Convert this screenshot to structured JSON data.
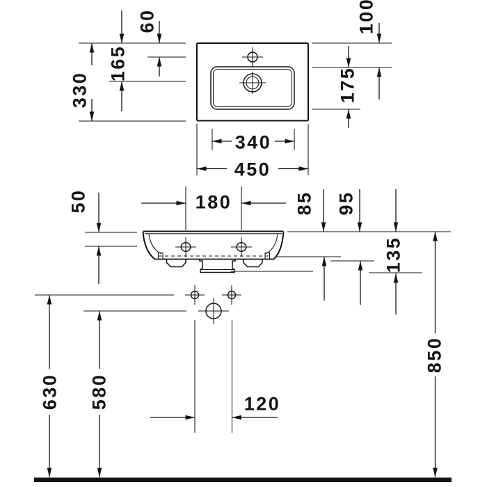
{
  "drawing": {
    "background_color": "#ffffff",
    "line_color": "#141414",
    "dims": {
      "tap_hole_offset": "60",
      "overall_depth": "330",
      "drain_offset": "165",
      "basin_offset": "100",
      "basin_depth": "175",
      "basin_width": "340",
      "overall_width": "450",
      "front_edge_drop": "50",
      "fixing_hole_spacing": "180",
      "rim_to_inner_bottom": "85",
      "rim_to_body_bottom": "95",
      "rim_to_trap_bottom": "135",
      "wall_holes_height": "630",
      "drain_height": "580",
      "wall_hole_spacing": "120",
      "rim_height": "850"
    }
  }
}
